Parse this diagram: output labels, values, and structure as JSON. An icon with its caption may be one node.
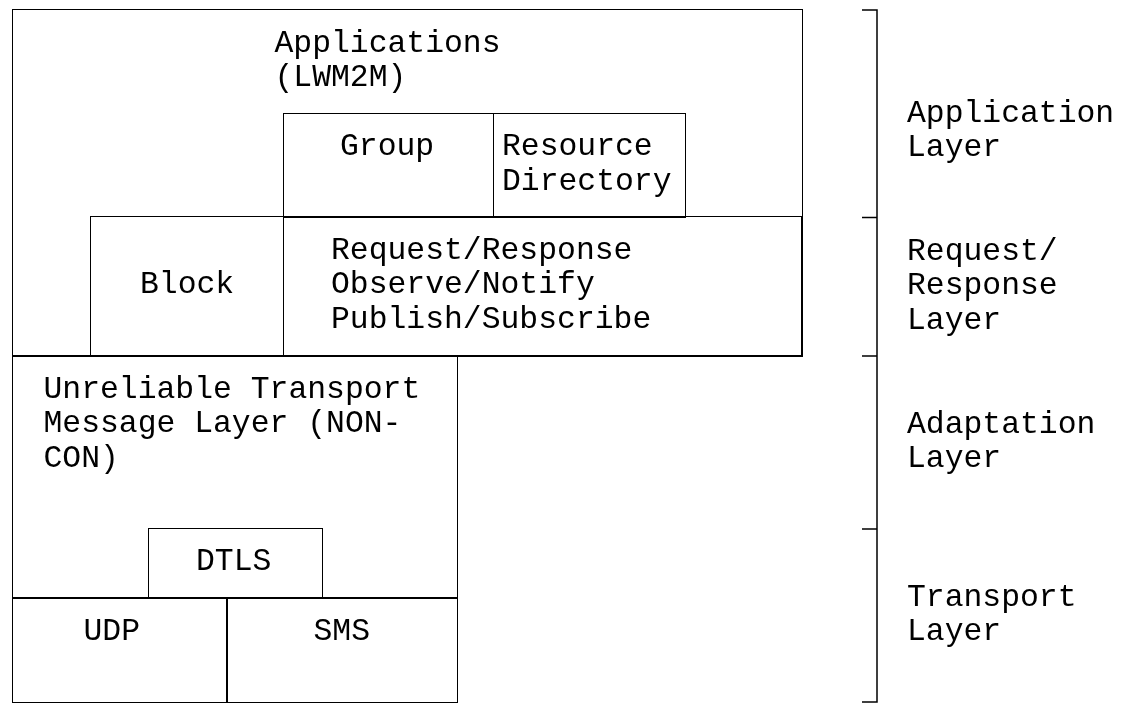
{
  "diagram": {
    "nodes": [
      {
        "text": [
          "Applications (LWM2M)"
        ]
      },
      {
        "text": [
          "Group"
        ],
        "in": 0
      },
      {
        "text": [
          "Resource Directory"
        ],
        "in": 0
      },
      {
        "text": [
          "Block"
        ],
        "in": 0
      },
      {
        "text": [
          "Request/Response",
          "Observe/Notify",
          "Publish/Subscribe"
        ],
        "in": 0
      },
      {
        "text": [
          "Unreliable Transport Message Layer (NON-CON)"
        ]
      },
      {
        "text": [
          "DTLS"
        ],
        "in": 5
      },
      {
        "text": [
          "UDP"
        ]
      },
      {
        "text": [
          "SMS"
        ]
      }
    ],
    "labels": [
      "Application Layer",
      "Request/ Response Layer",
      "Adaptation Layer",
      "Transport Layer"
    ]
  }
}
